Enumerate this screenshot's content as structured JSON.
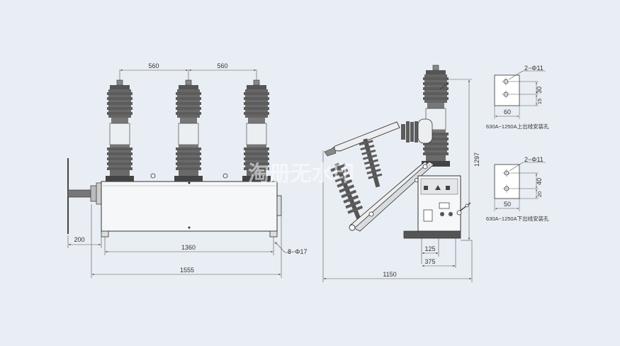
{
  "dimensions": {
    "pitch_left": "560",
    "pitch_right": "560",
    "offset": "200",
    "mount_span": "1360",
    "total_width": "1555",
    "mount_holes": "8−Φ17",
    "height": "1297",
    "side_125": "125",
    "side_375": "375",
    "side_depth": "1150"
  },
  "terminal_upper": {
    "holes": "2−Φ11",
    "width": "60",
    "vert_30": "30",
    "vert_15": "15",
    "caption": "630A−1250A上出线安装孔"
  },
  "terminal_lower": {
    "holes": "2−Φ11",
    "width": "50",
    "vert_40": "40",
    "vert_20": "20",
    "caption": "630A−1250A下出线安装孔"
  },
  "watermark": "淘册无水印",
  "colors": {
    "background": "#e9eef4",
    "line": "#3a3a3a",
    "dim_line": "#555555",
    "insulator": "#5c5c5c",
    "insulator_dark": "#3d3d3d",
    "bracket_dark": "#505050"
  }
}
